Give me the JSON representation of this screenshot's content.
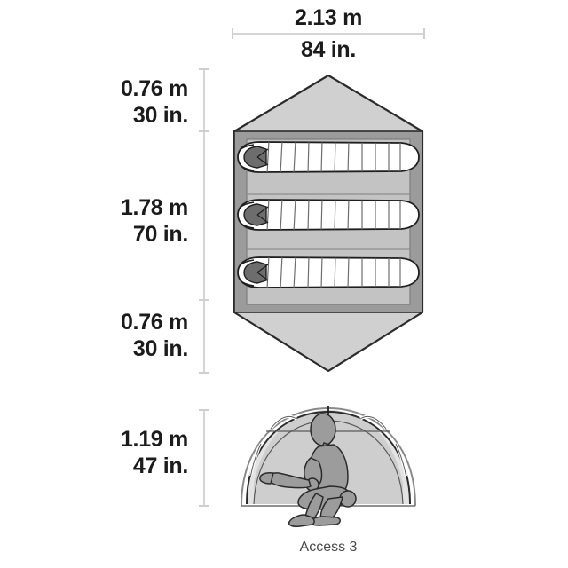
{
  "product": {
    "caption": "Access 3"
  },
  "dimensions": {
    "width": {
      "label_metric": "2.13 m",
      "label_imperial": "84 in.",
      "name": "overall-width"
    },
    "vestibule_top": {
      "label_metric": "0.76 m",
      "label_imperial": "30 in.",
      "name": "front-vestibule-depth"
    },
    "floor_length": {
      "label_metric": "1.78 m",
      "label_imperial": "70 in.",
      "name": "floor-length"
    },
    "vestibule_bottom": {
      "label_metric": "0.76 m",
      "label_imperial": "30 in.",
      "name": "rear-vestibule-depth"
    },
    "peak_height": {
      "label_metric": "1.19 m",
      "label_imperial": "47 in.",
      "name": "peak-height"
    }
  },
  "views": {
    "floorplan": {
      "name": "floor-plan-top-view",
      "occupants": 3,
      "occupant_label": "sleeping-bag"
    },
    "elevation": {
      "name": "side-elevation-view",
      "occupant_label": "seated-person"
    }
  },
  "colors": {
    "canopy_fill": "#d0d0d0",
    "canopy_stroke": "#2b2b2b",
    "frame_fill": "#9b9b9b",
    "floor_fill": "#c3c3c3",
    "bag_fill": "#ffffff",
    "bag_stroke": "#1f1f1f",
    "hood_fill": "#6d6d6d",
    "figure_fill": "#9c9c9c",
    "figure_stroke": "#2b2b2b",
    "dimension_line": "#d6d6d6",
    "text": "#1b1b1b",
    "caption_text": "#4a4a4a"
  }
}
